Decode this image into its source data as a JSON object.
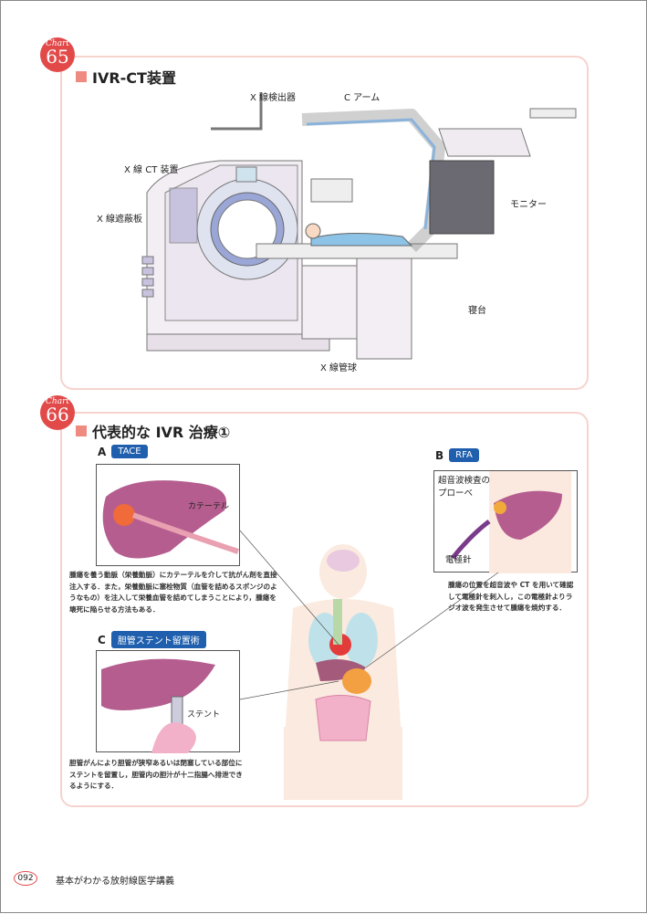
{
  "chart65": {
    "badge_word": "Chart",
    "badge_num": "65",
    "title": "IVR-CT装置",
    "labels": {
      "detector": "X 線検出器",
      "carm": "C アーム",
      "ct": "X 線 CT 装置",
      "shield": "X 線遮蔽板",
      "monitor": "モニター",
      "table": "寝台",
      "tube": "X 線管球"
    }
  },
  "chart66": {
    "badge_word": "Chart",
    "badge_num": "66",
    "title": "代表的な IVR 治療①",
    "a": {
      "letter": "A",
      "tag": "TACE",
      "label": "カテーテル",
      "text": "腫瘍を養う動脈（栄養動脈）にカテーテルを介して抗がん剤を直接注入する．また，栄養動脈に塞栓物質（血管を詰めるスポンジのようなもの）を注入して栄養血管を詰めてしまうことにより，腫瘍を壊死に陥らせる方法もある．"
    },
    "b": {
      "letter": "B",
      "tag": "RFA",
      "label_probe": "超音波検査のプローベ",
      "label_needle": "電極針",
      "text": "腫瘍の位置を超音波や CT を用いて確認して電極針を刺入し，この電極針よりラジオ波を発生させて腫瘍を焼灼する．"
    },
    "c": {
      "letter": "C",
      "tag": "胆管ステント留置術",
      "label": "ステント",
      "text": "胆管がんにより胆管が狭窄あるいは閉塞している部位にステントを留置し，胆管内の胆汁が十二指腸へ排泄できるようにする．"
    }
  },
  "footer": {
    "page": "092",
    "book": "基本がわかる放射線医学講義"
  }
}
